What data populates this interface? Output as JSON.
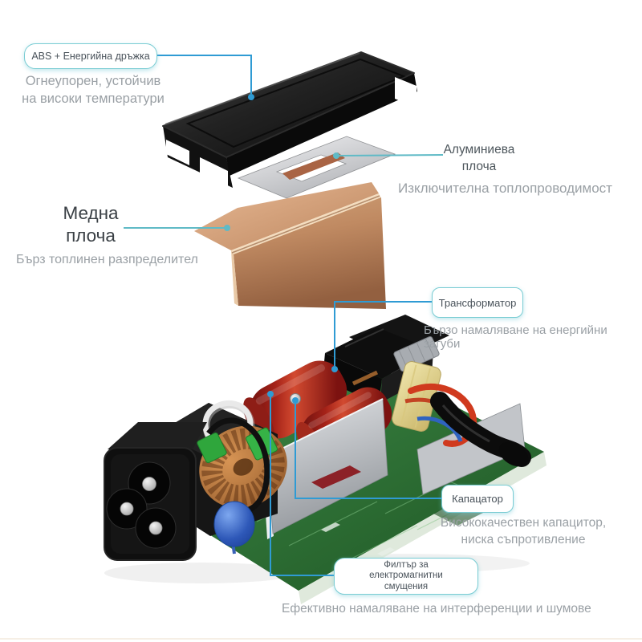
{
  "colors": {
    "accent_border": "#79ccd3",
    "line_blue": "#2f9bd4",
    "line_teal": "#5fbac6",
    "caption": "#9aa0a5",
    "label": "#49525a",
    "heading": "#393f44"
  },
  "callouts": {
    "abs": {
      "label": "ABS + Енергийна дръжка",
      "caption": "Огнеупорен, устойчив\nна високи температури"
    },
    "aluminum": {
      "label": "Алуминиева\nплоча",
      "caption": "Изключителна топлопроводимост"
    },
    "copper": {
      "label": "Медна\nплоча",
      "caption": "Бърз топлинен разпределител"
    },
    "transformer": {
      "label": "Трансформатор",
      "caption": "Бързо намаляване на енергийни загуби"
    },
    "capacitor": {
      "label": "Капацатор",
      "caption": "Висококачествен капацитор,\nниска съпротивление"
    },
    "emi_filter": {
      "label": "Филтър за\nелектромагнитни\nсмущения",
      "caption": "Ефективно намаляване на интерференции и шумове"
    }
  }
}
